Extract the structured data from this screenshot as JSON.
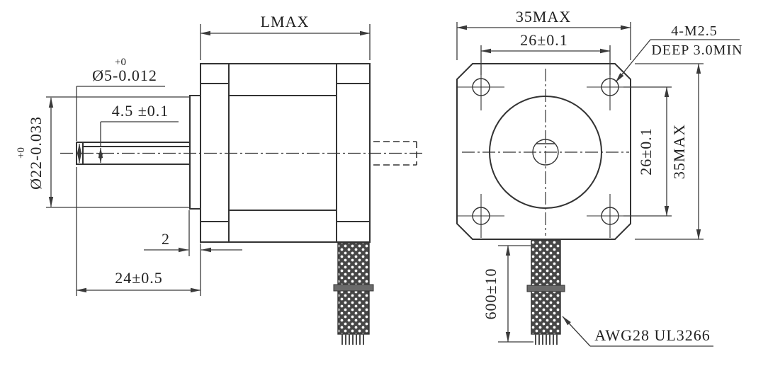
{
  "colors": {
    "line": "#333333",
    "dimension": "#3a3a3a",
    "text": "#222222",
    "braid": "#474747",
    "band": "#6a6a6a",
    "background": "#ffffff"
  },
  "side_view": {
    "length": "LMAX",
    "shaft_diameter_upper_tol": "+0",
    "shaft_diameter": "Ø5-0.012",
    "shaft_flat": "4.5 ±0.1",
    "pilot_diameter_upper_tol": "+0",
    "pilot_diameter": "Ø22-0.033",
    "pilot_height": "2",
    "shaft_extension": "24±0.5"
  },
  "front_view": {
    "width": "35MAX",
    "mount_hole_spacing_horizontal": "26±0.1",
    "mount_screw_note_line1": "4-M2.5",
    "mount_screw_note_line2": "DEEP 3.0MIN",
    "mount_hole_spacing_vertical": "26±0.1",
    "height": "35MAX",
    "lead_wire_length": "600±10",
    "lead_wire_spec": "AWG28 UL3266"
  }
}
